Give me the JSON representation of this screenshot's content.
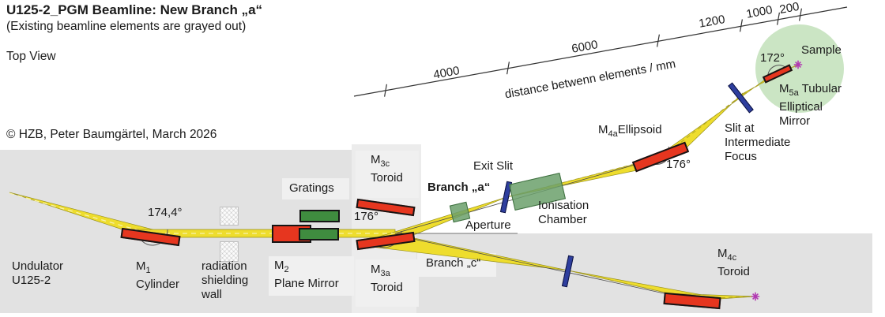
{
  "title": "U125-2_PGM Beamline: New Branch „a“",
  "subtitle": "(Existing beamline elements are grayed out)",
  "view_label": "Top View",
  "credit": "© HZB, Peter Baumgärtel, March 2026",
  "ruler": {
    "caption": "distance betwenn  elements / mm",
    "segments": [
      "4000",
      "6000",
      "1200",
      "1000",
      "200"
    ]
  },
  "angles": {
    "m1": "174,4°",
    "m3a": "176°",
    "m4a": "176°",
    "m5a": "172°"
  },
  "elements": {
    "undulator": {
      "line1": "Undulator",
      "line2": "U125-2"
    },
    "m1": {
      "prefix": "M",
      "sub": "1",
      "desc": "Cylinder"
    },
    "wall": {
      "line1": "radiation",
      "line2": "shielding",
      "line3": "wall"
    },
    "m2": {
      "prefix": "M",
      "sub": "2",
      "desc": "Plane Mirror"
    },
    "gratings": {
      "label": "Gratings"
    },
    "m3c": {
      "prefix": "M",
      "sub": "3c",
      "desc": "Toroid"
    },
    "m3a": {
      "prefix": "M",
      "sub": "3a",
      "desc": "Toroid"
    },
    "branch_a": {
      "label": "Branch „a“"
    },
    "branch_c": {
      "label": "Branch „c“"
    },
    "exit_slit": {
      "label": "Exit Slit"
    },
    "aperture": {
      "label": "Aperture"
    },
    "ion_chamber": {
      "line1": "Ionisation",
      "line2": "Chamber"
    },
    "m4a": {
      "prefix": "M",
      "sub": "4a",
      "desc": "Ellipsoid"
    },
    "slit_if": {
      "line1": "Slit at",
      "line2": "Intermediate",
      "line3": "Focus"
    },
    "m5a": {
      "prefix": "M",
      "sub": "5a",
      "suffix": " Tubular",
      "line2": "Elliptical",
      "line3": "Mirror"
    },
    "sample": {
      "label": "Sample"
    },
    "m4c": {
      "prefix": "M",
      "sub": "4c",
      "desc": "Toroid"
    }
  },
  "colors": {
    "beam": "#eedd2d",
    "mirror": "#e6361f",
    "grating": "#3f8c3f",
    "slit": "#2e3e9e",
    "chamber": "#6ba06b",
    "sample_zone": "#cbe5c4",
    "background_gray": "#e2e2e2",
    "star": "#b23ab2"
  }
}
